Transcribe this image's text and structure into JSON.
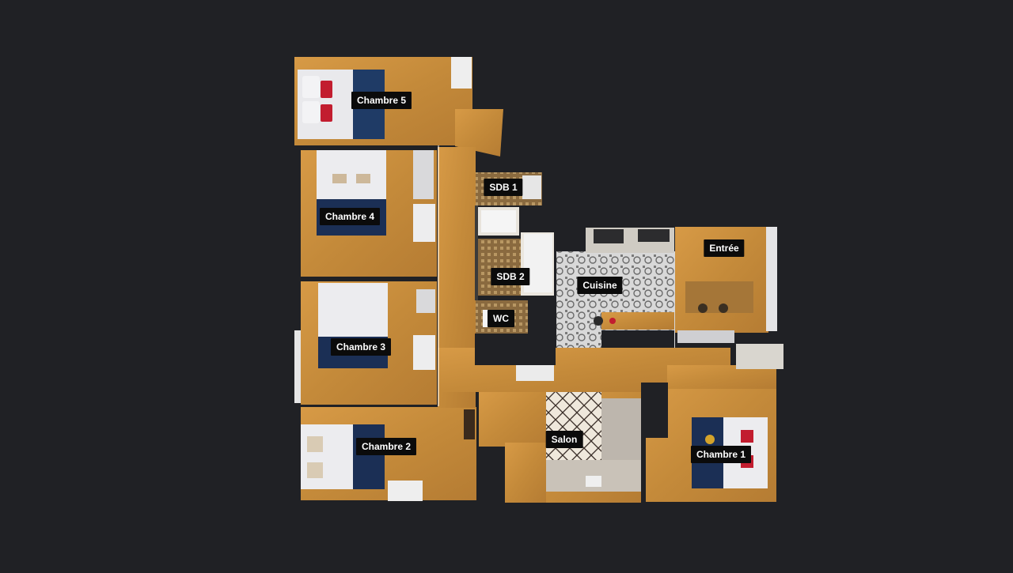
{
  "background_color": "#202125",
  "floor_color": "#c8913f",
  "rooms": [
    {
      "id": "chambre-5",
      "label": "Chambre 5"
    },
    {
      "id": "chambre-4",
      "label": "Chambre 4"
    },
    {
      "id": "chambre-3",
      "label": "Chambre 3"
    },
    {
      "id": "chambre-2",
      "label": "Chambre 2"
    },
    {
      "id": "chambre-1",
      "label": "Chambre 1"
    },
    {
      "id": "sdb-1",
      "label": "SDB 1"
    },
    {
      "id": "sdb-2",
      "label": "SDB 2"
    },
    {
      "id": "wc",
      "label": "WC"
    },
    {
      "id": "cuisine",
      "label": "Cuisine"
    },
    {
      "id": "entree",
      "label": "Entrée"
    },
    {
      "id": "salon",
      "label": "Salon"
    }
  ]
}
